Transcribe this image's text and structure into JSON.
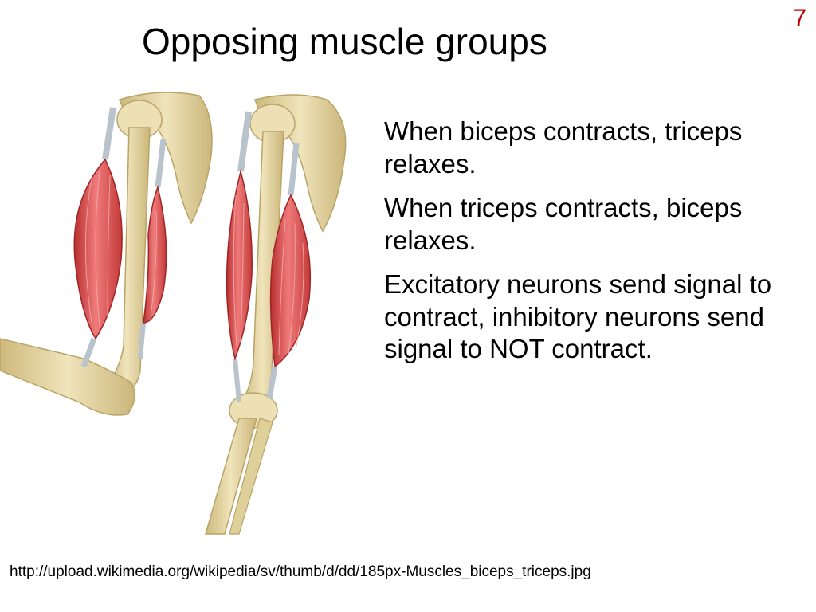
{
  "slide": {
    "number": "7",
    "title": "Opposing muscle groups"
  },
  "body": {
    "paragraphs": [
      "When biceps contracts, triceps relaxes.",
      "When triceps contracts, biceps relaxes.",
      "Excitatory neurons send signal to contract, inhibitory neurons send signal to NOT contract."
    ]
  },
  "source_url": "http://upload.wikimedia.org/wikipedia/sv/thumb/d/dd/185px-Muscles_biceps_triceps.jpg",
  "colors": {
    "slide_number": "#c00000",
    "bone": "#e6d6a2",
    "bone_shadow": "#c9b57a",
    "muscle": "#d84a4a",
    "muscle_fiber": "#f0a0a0",
    "tendon": "#b9c3cc"
  }
}
